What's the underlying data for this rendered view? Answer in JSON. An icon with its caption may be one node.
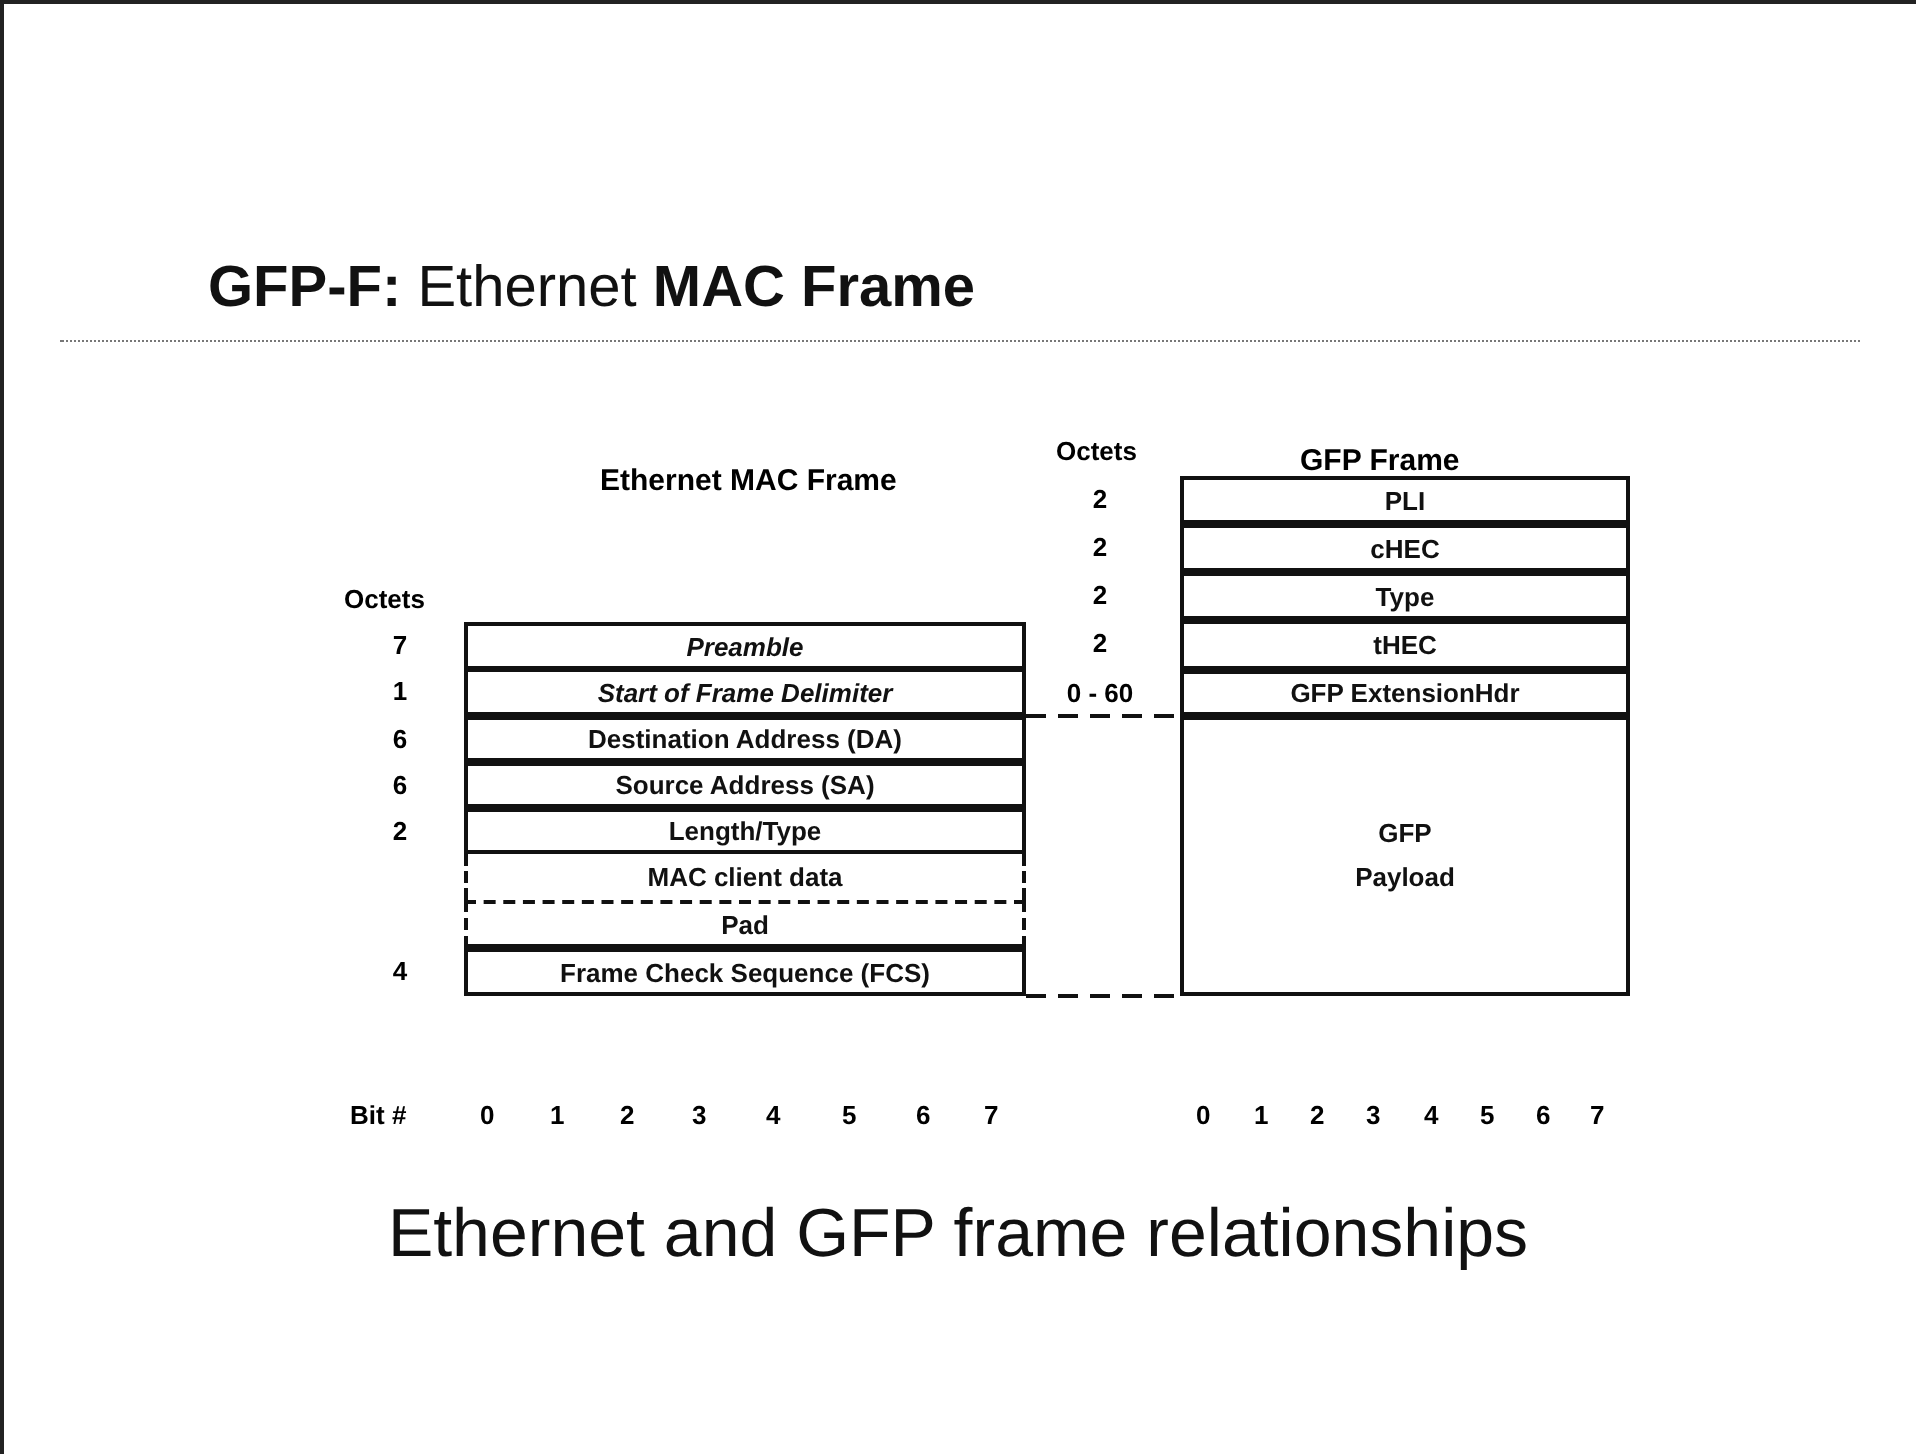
{
  "diagram": {
    "title": "**GFP-F:** Ethernet **MAC Frame**",
    "caption": "Ethernet and GFP frame relationships",
    "nodes": [
      {
        "text": [
          "Preamble"
        ],
        "beside": [
          "7"
        ]
      },
      {
        "text": [
          "Start of Frame Delimiter"
        ],
        "beside": [
          "1"
        ]
      },
      {
        "text": [
          "Destination Address (DA)"
        ],
        "beside": [
          "6"
        ]
      },
      {
        "text": [
          "Source Address (SA)"
        ],
        "beside": [
          "6"
        ]
      },
      {
        "text": [
          "Length/Type"
        ],
        "beside": [
          "2"
        ]
      },
      {
        "text": [
          "MAC client data"
        ]
      },
      {
        "text": [
          "Pad"
        ]
      },
      {
        "text": [
          "Frame Check Sequence (FCS)"
        ],
        "beside": [
          "4"
        ]
      },
      {
        "text": [
          "PLI"
        ],
        "beside": [
          "2"
        ]
      },
      {
        "text": [
          "cHEC"
        ],
        "beside": [
          "2"
        ]
      },
      {
        "text": [
          "Type"
        ],
        "beside": [
          "2"
        ]
      },
      {
        "text": [
          "tHEC"
        ],
        "beside": [
          "2"
        ]
      },
      {
        "text": [
          "GFP ExtensionHdr"
        ],
        "beside": [
          "0 - 60"
        ]
      },
      {
        "text": [
          "GFP Payload"
        ]
      }
    ],
    "edges": [
      {
        "from": 2,
        "to": 13,
        "arrow": "none",
        "style": "dashed"
      },
      {
        "from": 7,
        "to": 13,
        "arrow": "none",
        "style": "dashed"
      }
    ],
    "labels": [
      "Ethernet MAC Frame",
      "GFP Frame",
      "Octets",
      "Octets",
      "Bit #",
      "0",
      "1",
      "2",
      "3",
      "4",
      "5",
      "6",
      "7",
      "0",
      "1",
      "2",
      "3",
      "4",
      "5",
      "6",
      "7"
    ]
  }
}
